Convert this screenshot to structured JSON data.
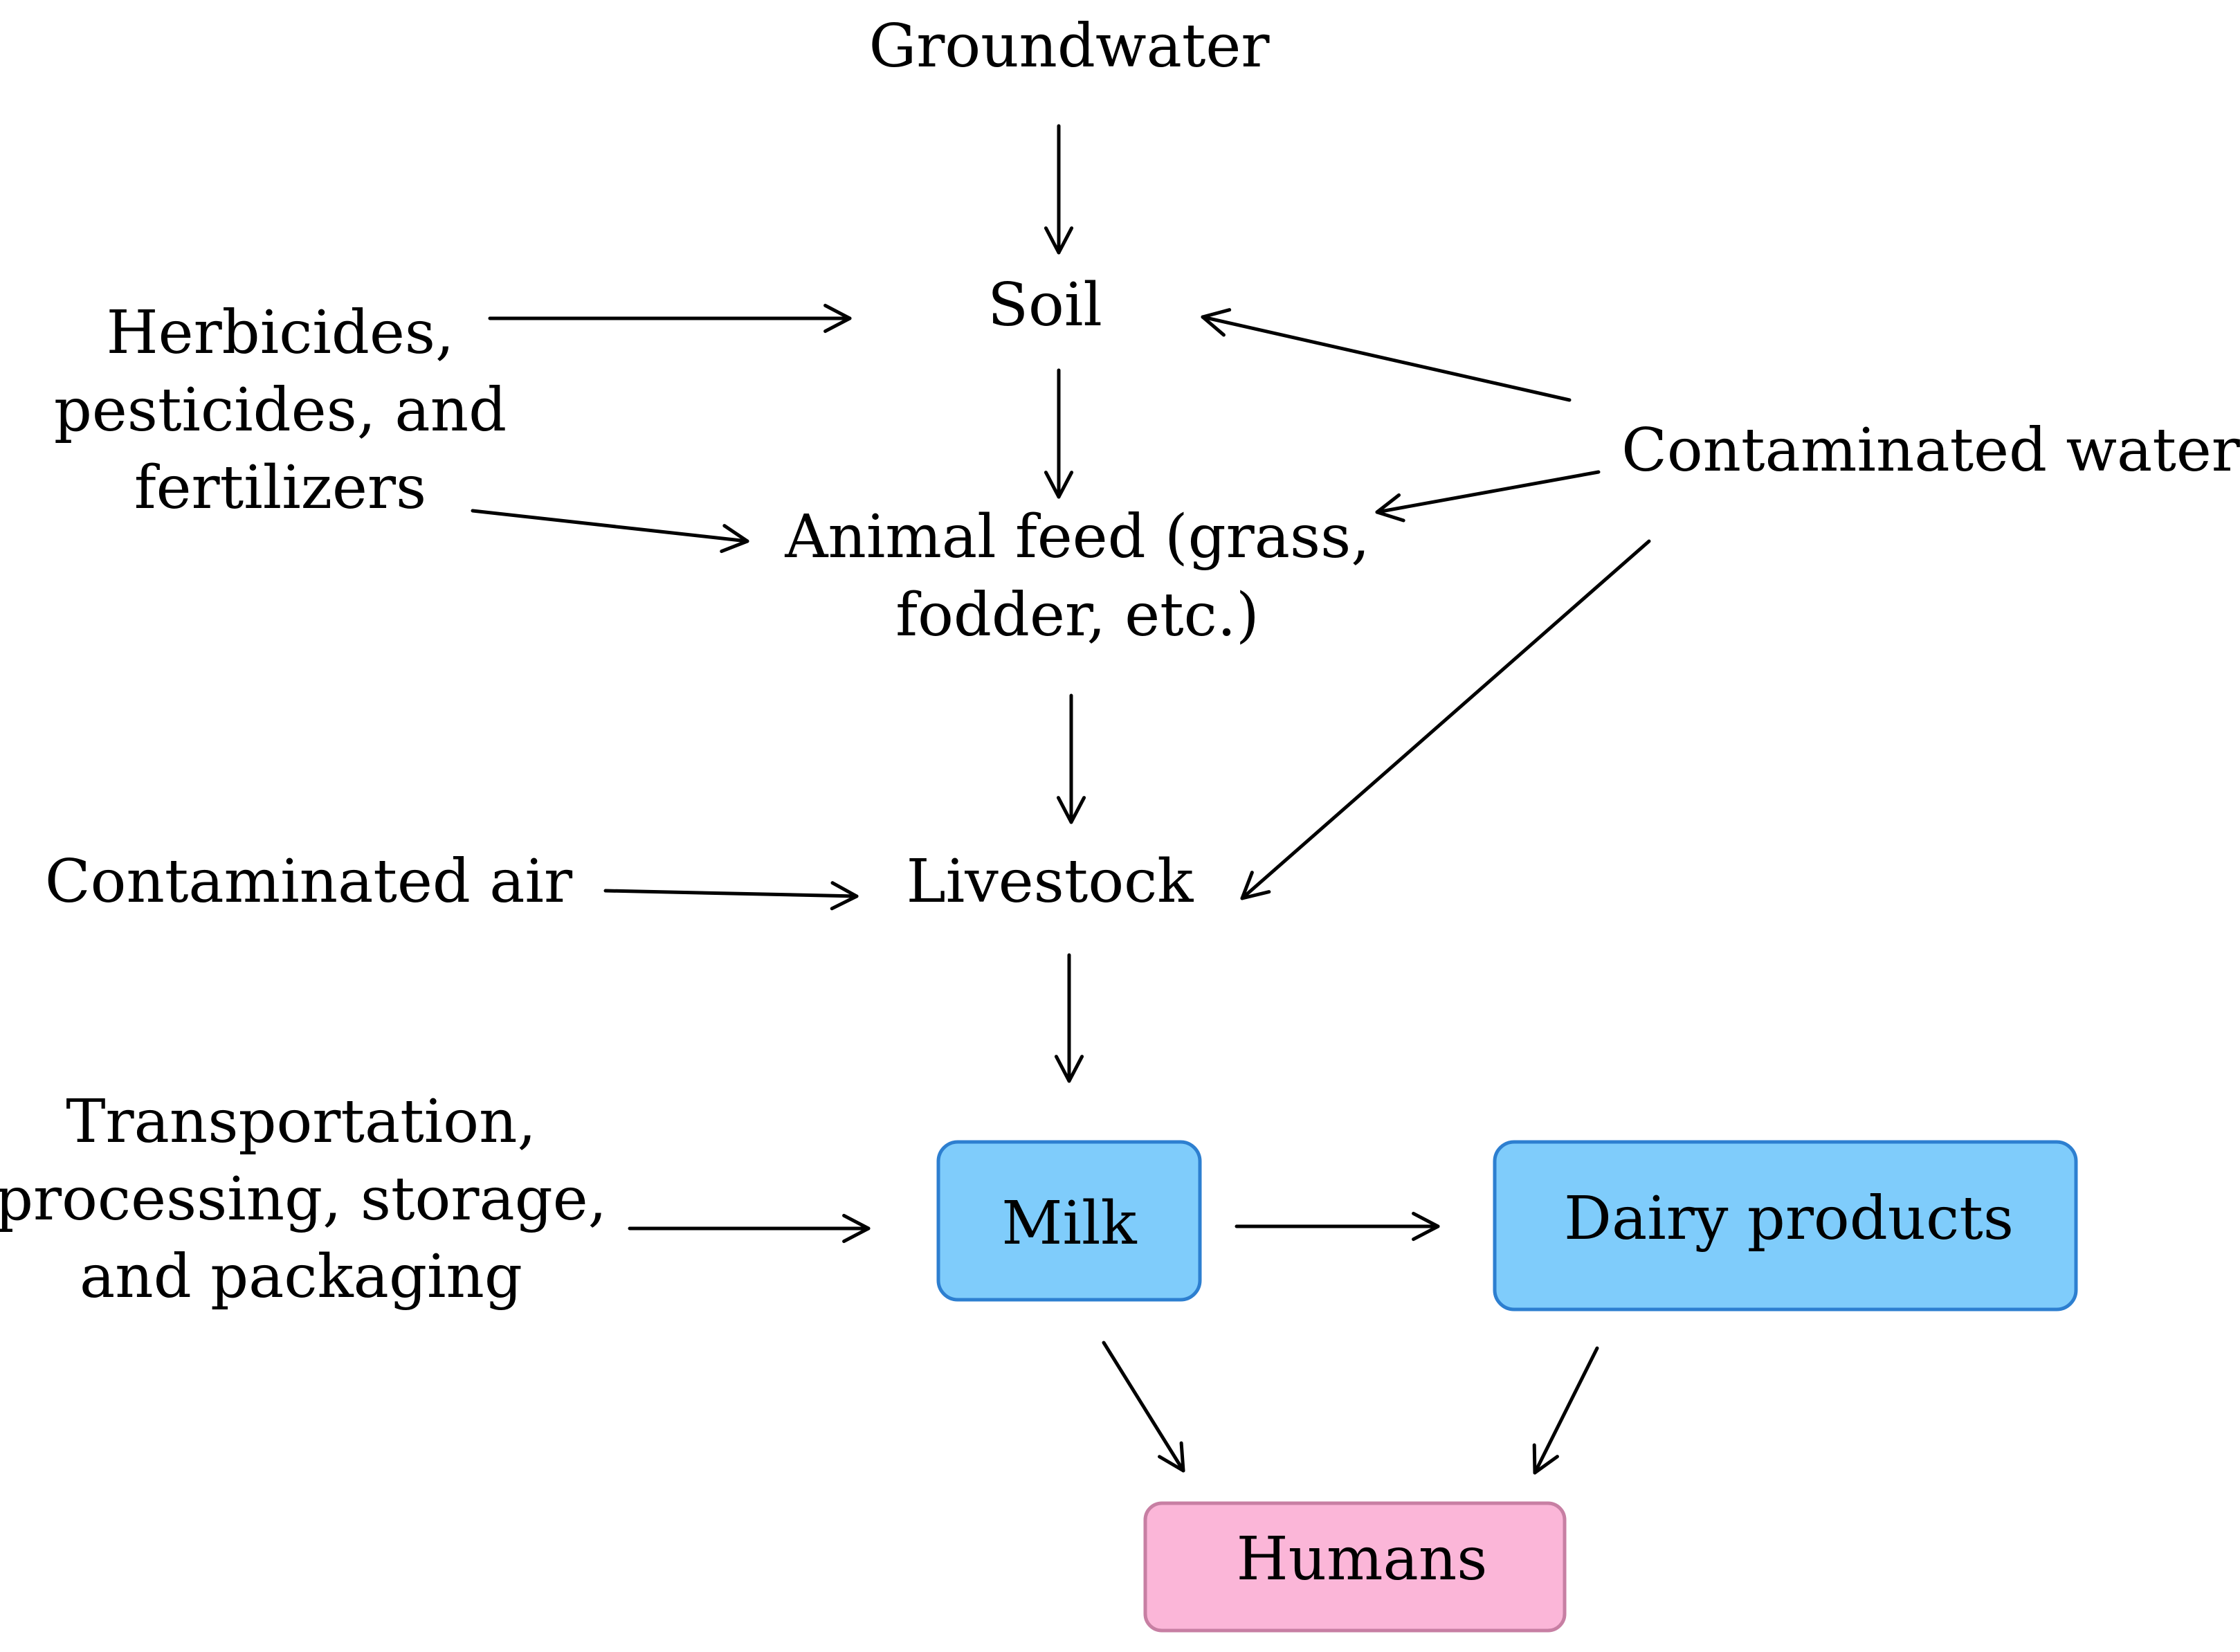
{
  "nodes": {
    "groundwater": "Groundwater",
    "soil": "Soil",
    "herbicides": [
      "Herbicides,",
      "pesticides, and",
      "fertilizers"
    ],
    "contaminated_water": "Contaminated water",
    "animal_feed": [
      "Animal feed (grass,",
      "fodder, etc.)"
    ],
    "contaminated_air": "Contaminated air",
    "livestock": "Livestock",
    "transportation": [
      "Transportation,",
      "processing, storage,",
      "and packaging"
    ],
    "milk": "Milk",
    "dairy_products": "Dairy products",
    "humans": "Humans"
  },
  "colors": {
    "milk_fill": "#7fccfb",
    "milk_stroke": "#2d7fd0",
    "dairy_fill": "#7fccfb",
    "dairy_stroke": "#2d7fd0",
    "humans_fill": "#fbb6d8",
    "humans_stroke": "#c77fa3"
  }
}
